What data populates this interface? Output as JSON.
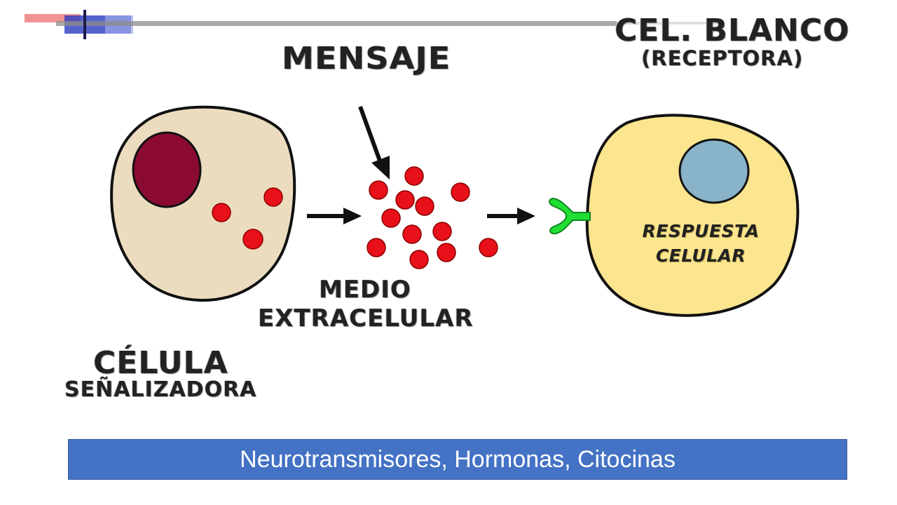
{
  "diagram": {
    "message_label": "MENSAJE",
    "target_cell": {
      "title": "CEL. BLANCO",
      "subtitle": "(RECEPTORA)"
    },
    "medium": {
      "line1": "MEDIO",
      "line2": "EXTRACELULAR"
    },
    "signaling_cell": {
      "title": "CÉLULA",
      "subtitle": "SEÑALIZADORA"
    },
    "response": {
      "line1": "RESPUESTA",
      "line2": "CELULAR"
    }
  },
  "footer": {
    "text": "Neurotransmisores, Hormonas, Citocinas"
  },
  "colors": {
    "signaling_cell_fill": "#ecdcbf",
    "nucleus_signaling": "#8b0a32",
    "target_cell_fill": "#fbe58e",
    "nucleus_target": "#88b3c9",
    "molecule": "#e8101a",
    "receptor": "#22dd33",
    "footer_bar": "#4472c4"
  },
  "icons": [
    "arrow-right-icon",
    "arrow-down-right-icon",
    "receptor-icon"
  ]
}
